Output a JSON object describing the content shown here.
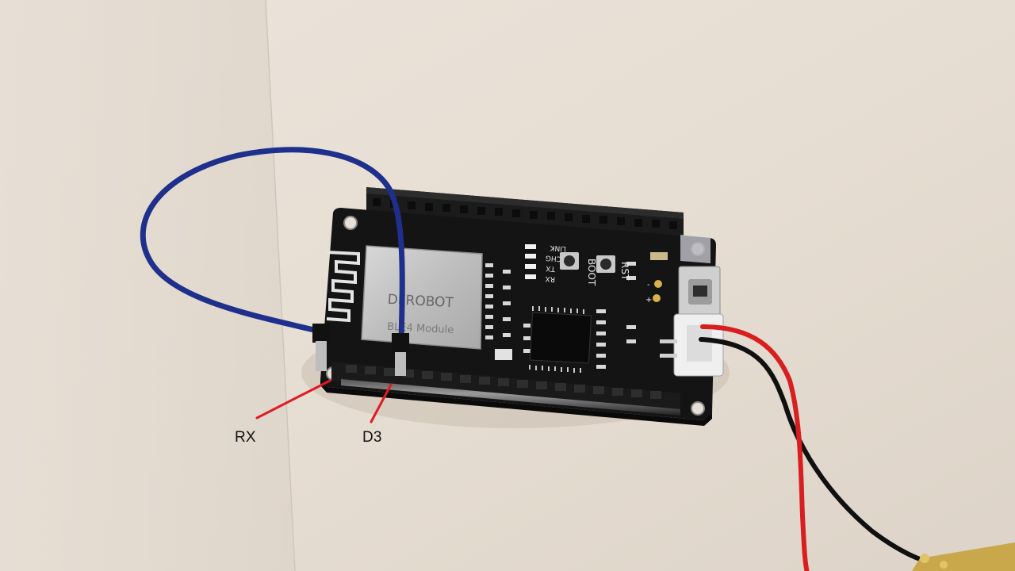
{
  "annotations": {
    "rx": "RX",
    "d3": "D3"
  },
  "board": {
    "module_brand": "DFROBOT",
    "module_text": "BLE4 Module",
    "led_labels": [
      "LINK",
      "CHG",
      "TX",
      "RX"
    ],
    "button_labels": [
      "BOOT",
      "RST"
    ]
  },
  "colors": {
    "background": "#e8e0d6",
    "pcb": "#141414",
    "jumper_wire": "#1f2f8c",
    "annotation_line": "#e01a22",
    "battery_red_wire": "#d81e1e",
    "battery_black_wire": "#101010"
  }
}
